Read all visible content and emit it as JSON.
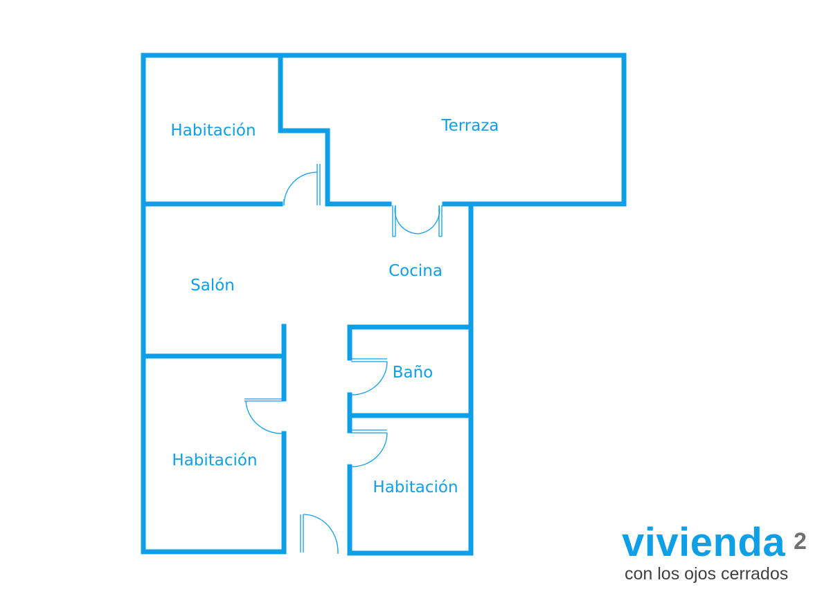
{
  "floorplan": {
    "wall_color": "#0e9fe7",
    "rooms": {
      "habitacion_top": "Habitación",
      "terraza": "Terraza",
      "salon": "Salón",
      "cocina": "Cocina",
      "bano": "Baño",
      "habitacion_left": "Habitación",
      "habitacion_right": "Habitación"
    }
  },
  "brand": {
    "name": "vivienda",
    "superscript": "2",
    "tagline": "con los ojos cerrados",
    "name_color": "#0e9fe7",
    "superscript_color": "#707070",
    "tagline_color": "#404040"
  }
}
